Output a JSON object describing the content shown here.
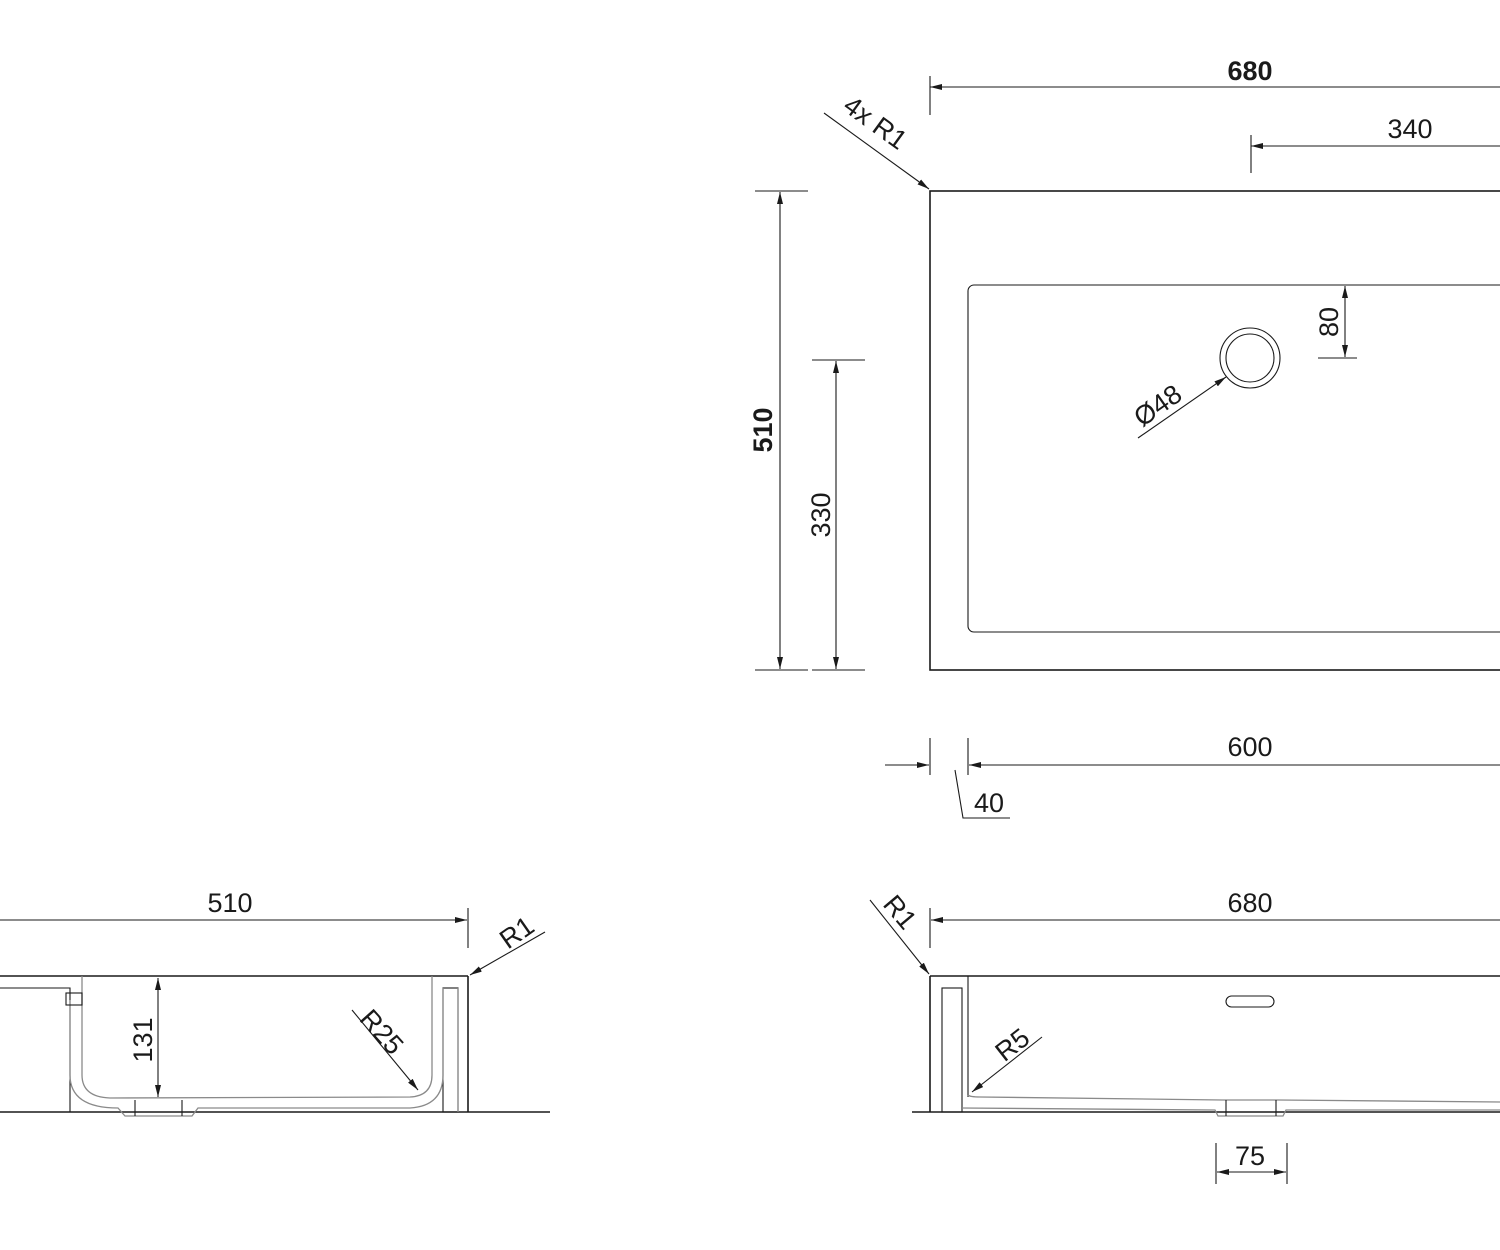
{
  "top_view": {
    "overall_width": "680",
    "half_width": "340",
    "corner_radius": "4x R1",
    "overall_depth": "510",
    "inner_depth": "330",
    "drain_offset": "80",
    "drain_diameter": "Ø48",
    "basin_width": "600",
    "rim_width": "40"
  },
  "side_view": {
    "depth": "510",
    "corner_radius": "R1",
    "basin_height": "131",
    "inner_radius": "R25"
  },
  "front_view": {
    "width": "680",
    "corner_radius": "R1",
    "inner_radius": "R5",
    "drain_width": "75"
  }
}
